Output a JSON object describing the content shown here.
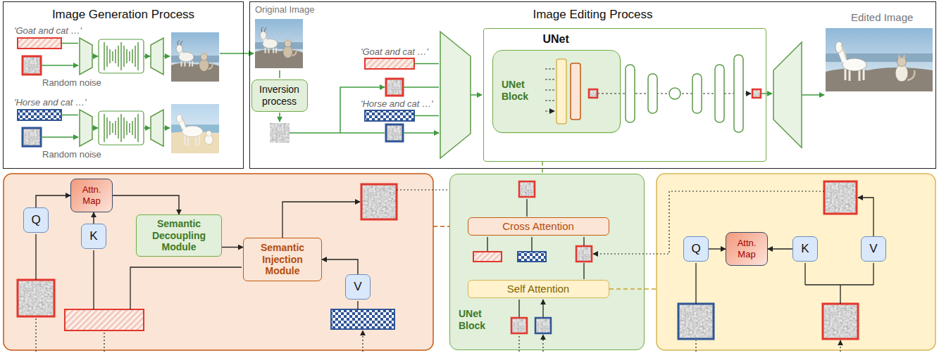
{
  "diagram": {
    "nodes": [
      {
        "text": [
          "Image Generation Process"
        ]
      },
      {
        "text": [
          "Image Editing Process"
        ]
      },
      {
        "text": [
          "Inversion process"
        ],
        "in": 1
      },
      {
        "text": [
          "UNet"
        ],
        "in": 1
      },
      {
        "text": [
          "UNet Block"
        ],
        "in": 3
      },
      {
        "text": [
          "Q"
        ]
      },
      {
        "text": [
          "K"
        ]
      },
      {
        "text": [
          "Attn. Map"
        ]
      },
      {
        "text": [
          "Semantic Decoupling Module"
        ]
      },
      {
        "text": [
          "Semantic Injection Module"
        ]
      },
      {
        "text": [
          "V"
        ]
      },
      {
        "text": [
          "UNet Block"
        ]
      },
      {
        "text": [
          "Cross Attention"
        ],
        "in": 11
      },
      {
        "text": [
          "Self Attention"
        ],
        "in": 11
      },
      {
        "text": [
          "Q"
        ]
      },
      {
        "text": [
          "Attn. Map"
        ]
      },
      {
        "text": [
          "K"
        ]
      },
      {
        "text": [
          "V"
        ]
      }
    ],
    "edges": [
      {
        "from": 5,
        "to": 7,
        "arrow": "to"
      },
      {
        "from": 6,
        "to": 7,
        "arrow": "to"
      },
      {
        "from": 7,
        "to": 8,
        "arrow": "to"
      },
      {
        "from": 8,
        "to": 9,
        "arrow": "to"
      },
      {
        "from": 10,
        "to": 9,
        "arrow": "to"
      },
      {
        "from": 3,
        "to": 11,
        "arrow": "none"
      },
      {
        "from": 14,
        "to": 15,
        "arrow": "to"
      },
      {
        "from": 16,
        "to": 15,
        "arrow": "to"
      }
    ],
    "labels": [
      "'Goat and cat …'",
      "Random noise",
      "'Horse and cat …'",
      "Random noise",
      "Original Image",
      "'Goat and cat …'",
      "'Horse and cat …'",
      "Edited Image"
    ]
  }
}
